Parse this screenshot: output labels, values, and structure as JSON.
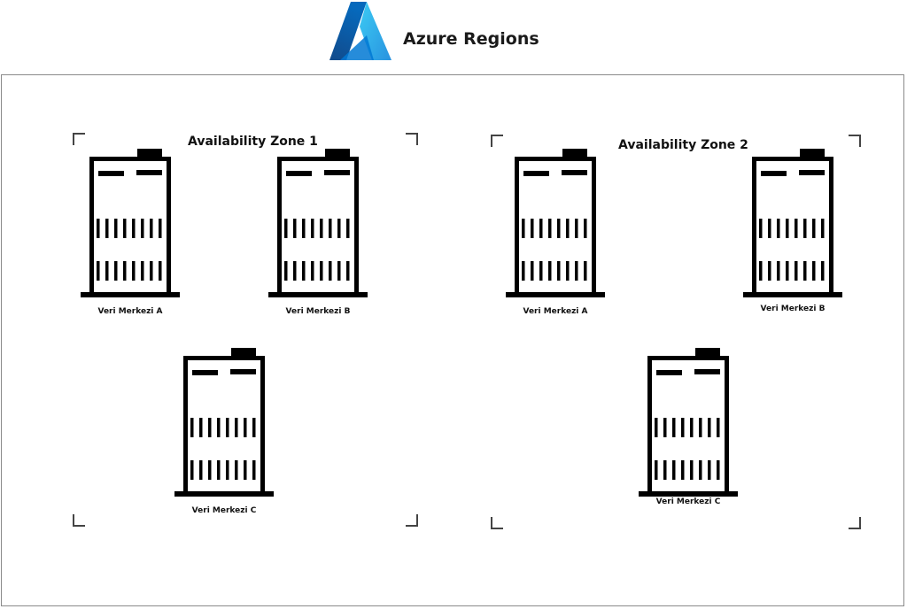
{
  "header": {
    "logo_icon": "azure-logo-icon",
    "title": "Azure Regions",
    "brand_colors": {
      "light": "#4fb3f0",
      "mid": "#1f7fd4",
      "dark": "#0a4fa0"
    }
  },
  "zones": [
    {
      "title": "Availability Zone 1",
      "datacenters": [
        {
          "label": "Veri Merkezi A",
          "icon": "datacenter-building-icon"
        },
        {
          "label": "Veri Merkezi B",
          "icon": "datacenter-building-icon"
        },
        {
          "label": "Veri Merkezi C",
          "icon": "datacenter-building-icon"
        }
      ]
    },
    {
      "title": "Availability Zone 2",
      "datacenters": [
        {
          "label": "Veri Merkezi A",
          "icon": "datacenter-building-icon"
        },
        {
          "label": "Veri Merkezi B",
          "icon": "datacenter-building-icon"
        },
        {
          "label": "Veri Merkezi C",
          "icon": "datacenter-building-icon"
        }
      ]
    }
  ]
}
